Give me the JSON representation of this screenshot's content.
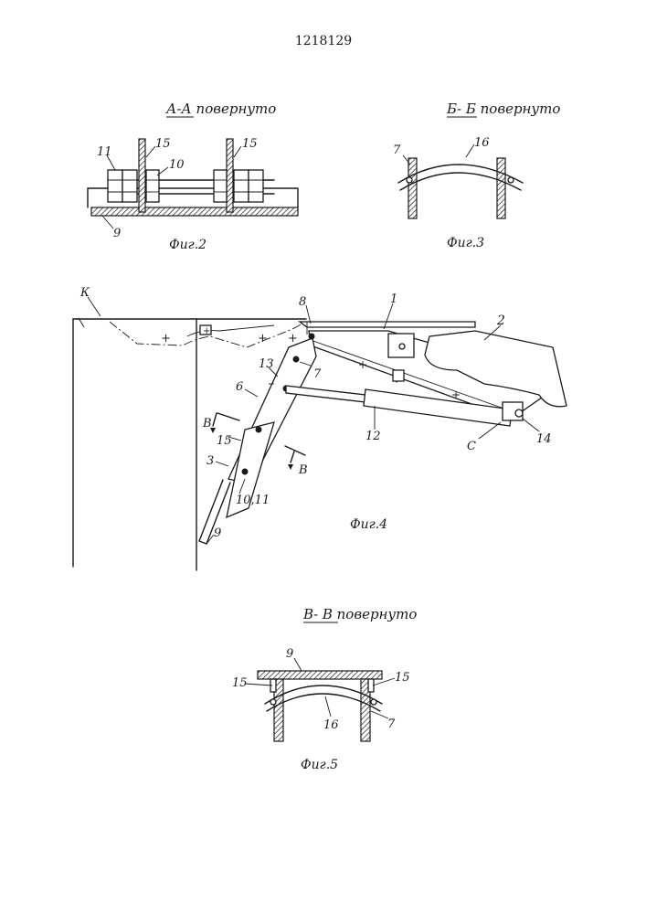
{
  "document": {
    "patent_number": "1218129"
  },
  "fig2": {
    "section_title": "А-А повернуто",
    "caption": "Фиг.2",
    "labels": [
      "11",
      "15",
      "10",
      "15",
      "9"
    ]
  },
  "fig3": {
    "section_title": "Б- Б повернуто",
    "caption": "Фиг.3",
    "labels": [
      "7",
      "16"
    ]
  },
  "fig4": {
    "caption": "Фиг.4",
    "labels": [
      "К",
      "8",
      "1",
      "2",
      "13",
      "7",
      "6",
      "В",
      "15",
      "В",
      "3",
      "10,11",
      "9",
      "12",
      "С",
      "14"
    ]
  },
  "fig5": {
    "section_title": "В- В повернуто",
    "caption": "Фиг.5",
    "labels": [
      "9",
      "15",
      "15",
      "16",
      "7"
    ]
  },
  "colors": {
    "ink": "#1a1a1a",
    "paper": "#ffffff"
  }
}
